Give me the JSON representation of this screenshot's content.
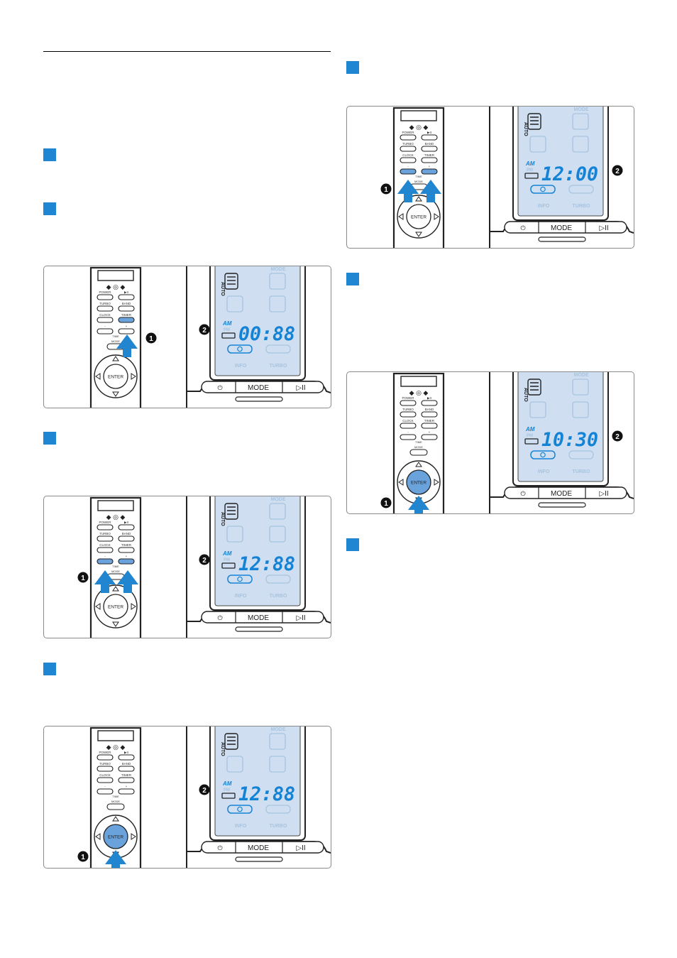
{
  "colors": {
    "marker": "#1f86d3",
    "lcd": "#cfdff1",
    "lcd_text": "#1583d5",
    "lcd_faint": "#a8c3df",
    "highlight": "#6aa2db",
    "arrow": "#2185cf"
  },
  "remote": {
    "power_label": "POWER",
    "play_label": "▶II",
    "turbo_label": "TURBO",
    "band_label": "BAND",
    "clock_label": "CLOCK",
    "timer_label": "TIMER",
    "minus_label": "-",
    "time_label": "TIME",
    "plus_label": "+",
    "mode_label": "MODE",
    "enter_label": "ENTER"
  },
  "device": {
    "mode_header": "MODE",
    "auto_label": "AUTO",
    "am_label": "AM",
    "pm_label": "PM",
    "info_label": "INFO",
    "turbo_label": "TURBO",
    "mode_button": "MODE",
    "power_icon": "⏻",
    "play_icon": "▷II"
  },
  "callouts": {
    "one": "1",
    "two": "2"
  },
  "figures": [
    {
      "id": "fig1",
      "time": "00:88",
      "remote_action": "timer"
    },
    {
      "id": "fig2",
      "time": "12:88",
      "remote_action": "time-buttons"
    },
    {
      "id": "fig3",
      "time": "12:88",
      "remote_action": "enter"
    },
    {
      "id": "fig4",
      "time": "12:00",
      "remote_action": "time-buttons"
    },
    {
      "id": "fig5",
      "time": "10:30",
      "remote_action": "enter"
    }
  ]
}
